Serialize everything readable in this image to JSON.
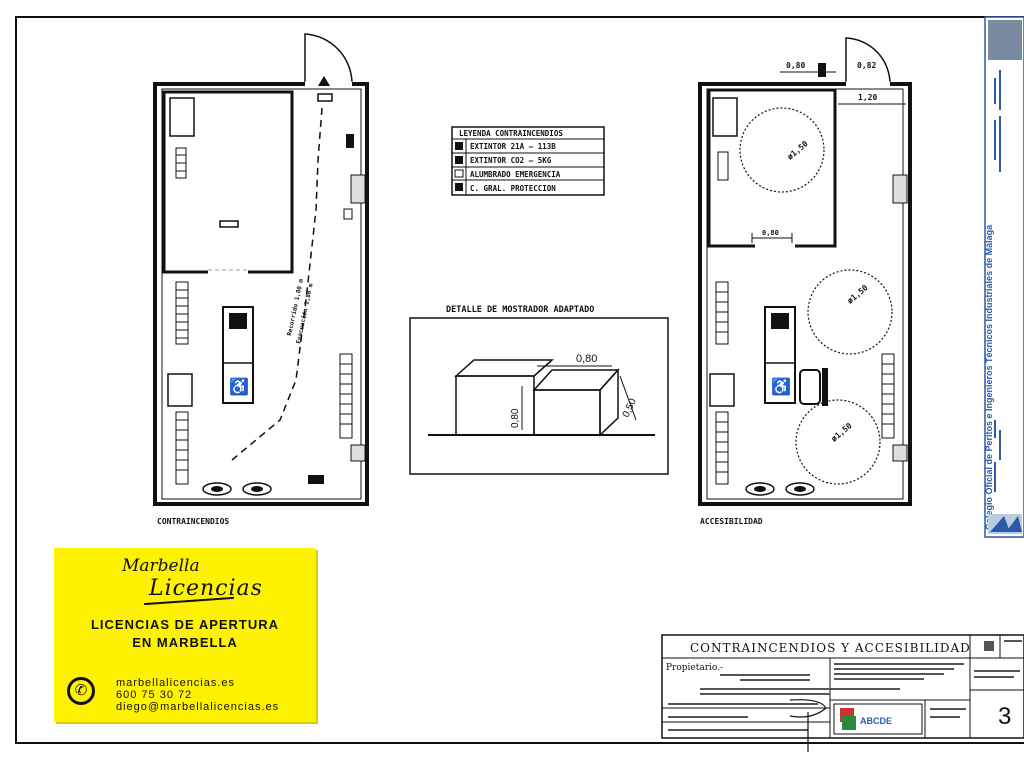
{
  "plans": {
    "left_title": "CONTRAINCENDIOS",
    "right_title": "ACCESIBILIDAD",
    "route_label": "Recorrido 1,80 m",
    "route_label2": "Evacuación 1,80 m"
  },
  "legend": {
    "title": "LEYENDA CONTRAINCENDIOS",
    "rows": [
      "EXTINTOR 21A — 113B",
      "EXTINTOR CO2 — 5KG",
      "ALUMBRADO EMERGENCIA",
      "C. GRAL. PROTECCION"
    ]
  },
  "detail": {
    "title": "DETALLE DE MOSTRADOR ADAPTADO",
    "dim_width": "0,80",
    "dim_height": "0,80",
    "dim_depth": "0,50"
  },
  "dimensions": {
    "door_left": "0,80",
    "door_top": "0,82",
    "corridor": "1,20",
    "toilet_door": "0,80",
    "circles": [
      "ø1,50",
      "ø1,50",
      "ø1,50"
    ]
  },
  "title_block": {
    "title": "CONTRAINCENDIOS Y ACCESIBILIDAD",
    "propietario_label": "Propietario.-",
    "sheet_number": "3"
  },
  "ad": {
    "logo_line1": "Marbella",
    "logo_line2": "Licencias",
    "headline1": "LICENCIAS DE APERTURA",
    "headline2": "EN MARBELLA",
    "website": "marbellalicencias.es",
    "phone": "600 75 30 72",
    "email": "diego@marbellalicencias.es",
    "phone_icon": "phone-icon"
  },
  "stamp": {
    "vertical_text": "Colegio Oficial de Peritos e Ingenieros Técnicos Industriales de Málaga"
  }
}
